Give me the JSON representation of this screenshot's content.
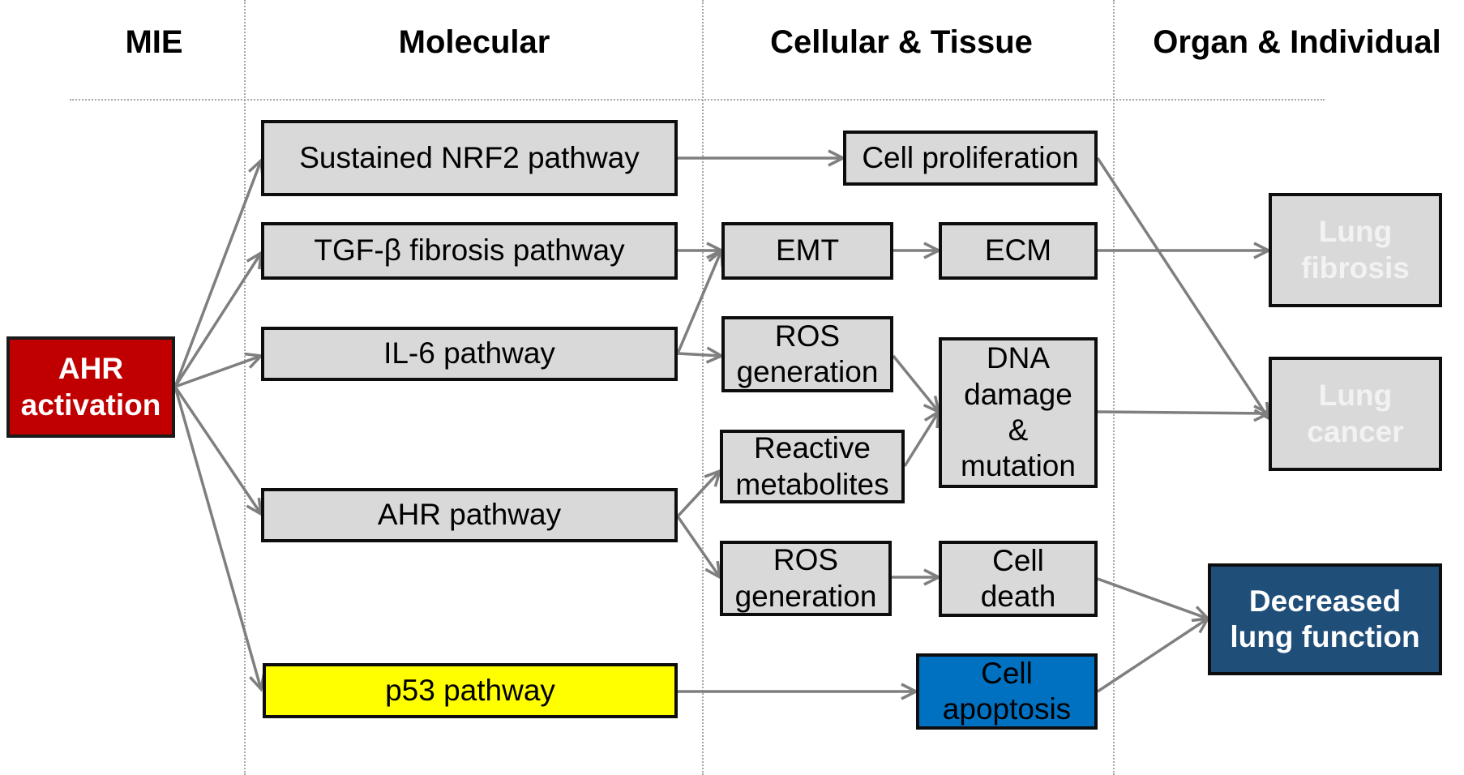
{
  "headers": {
    "mie": "MIE",
    "molecular": "Molecular",
    "cellular_tissue": "Cellular & Tissue",
    "organ_individual": "Organ & Individual"
  },
  "nodes": {
    "ahr_activation": "AHR\nactivation",
    "nrf2": "Sustained NRF2 pathway",
    "tgfb": "TGF-β fibrosis pathway",
    "il6": "IL-6 pathway",
    "ahr_pathway": "AHR pathway",
    "p53": "p53 pathway",
    "cell_proliferation": "Cell proliferation",
    "emt": "EMT",
    "ecm": "ECM",
    "ros_generation_1": "ROS\ngeneration",
    "reactive_metabolites": "Reactive\nmetabolites",
    "dna_damage": "DNA\ndamage\n&\nmutation",
    "ros_generation_2": "ROS\ngeneration",
    "cell_death": "Cell\ndeath",
    "cell_apoptosis": "Cell\napoptosis",
    "lung_fibrosis": "Lung\nfibrosis",
    "lung_cancer": "Lung\ncancer",
    "decreased_lung_function": "Decreased\nlung function"
  },
  "colors": {
    "mie_fill": "#c00000",
    "node_fill": "#d9d9d9",
    "p53_fill": "#ffff00",
    "apoptosis_fill": "#0070c0",
    "outcome_blue_fill": "#1f4e79",
    "arrow": "#7f7f7f",
    "divider": "#a6a6a6"
  }
}
